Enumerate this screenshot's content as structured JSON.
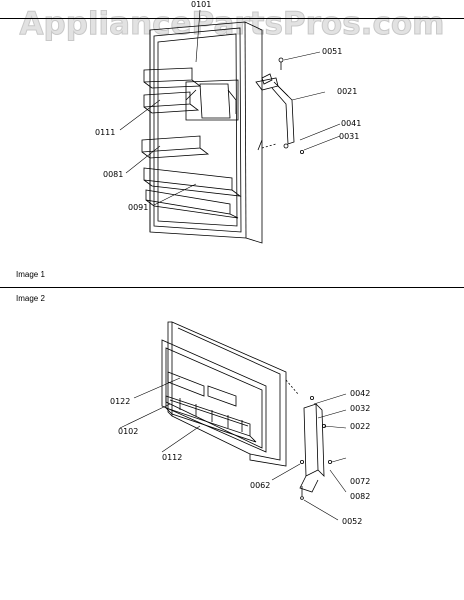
{
  "watermark": "AppliancePartsPros.com",
  "sections": [
    {
      "label": "Image 1"
    },
    {
      "label": "Image 2"
    }
  ],
  "callouts_image1": [
    "0101",
    "0051",
    "0021",
    "0111",
    "0041",
    "0031",
    "0081",
    "0091"
  ],
  "callouts_image2": [
    "0042",
    "0032",
    "0122",
    "0022",
    "0102",
    "0112",
    "0072",
    "0062",
    "0082",
    "0052"
  ]
}
